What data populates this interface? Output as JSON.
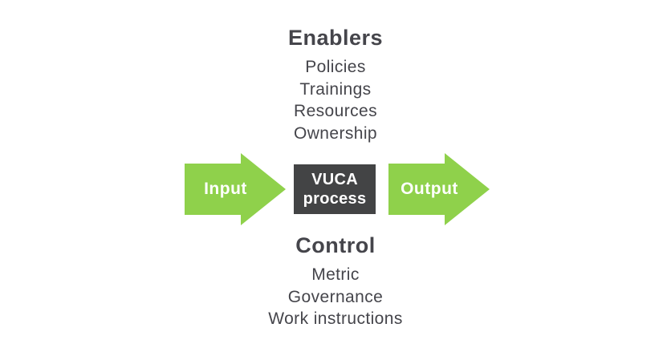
{
  "colors": {
    "arrow_green": "#8fd14b",
    "process_box_bg": "#434445",
    "diagram_text": "#45454b",
    "arrow_label_text": "#ffffff"
  },
  "enablers": {
    "title": "Enablers",
    "items": [
      "Policies",
      "Trainings",
      "Resources",
      "Ownership"
    ]
  },
  "flow": {
    "input_label": "Input",
    "process_line1": "VUCA",
    "process_line2": "process",
    "output_label": "Output"
  },
  "control": {
    "title": "Control",
    "items": [
      "Metric",
      "Governance",
      "Work instructions"
    ]
  }
}
